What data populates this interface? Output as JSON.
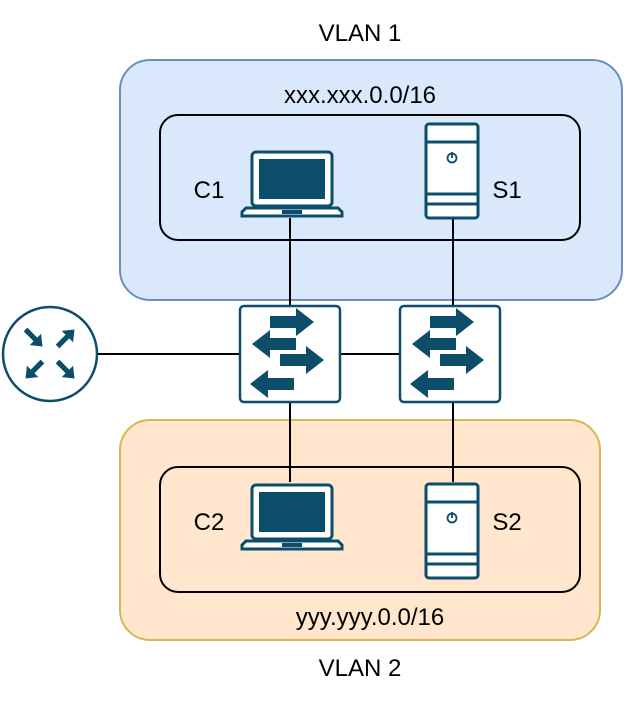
{
  "vlan1": {
    "title": "VLAN 1",
    "subnet": "xxx.xxx.0.0/16",
    "fill": "#dae8fc",
    "border": "#6c8ebf",
    "client_label": "C1",
    "server_label": "S1"
  },
  "vlan2": {
    "title": "VLAN 2",
    "subnet": "yyy.yyy.0.0/16",
    "fill": "#ffe6cc",
    "border": "#d6b656",
    "client_label": "C2",
    "server_label": "S2"
  },
  "icons": {
    "router": "router-icon",
    "switch": "switch-icon",
    "laptop": "laptop-icon",
    "server": "server-icon"
  },
  "colors": {
    "icon": "#0b4d6b",
    "line": "#000000"
  }
}
